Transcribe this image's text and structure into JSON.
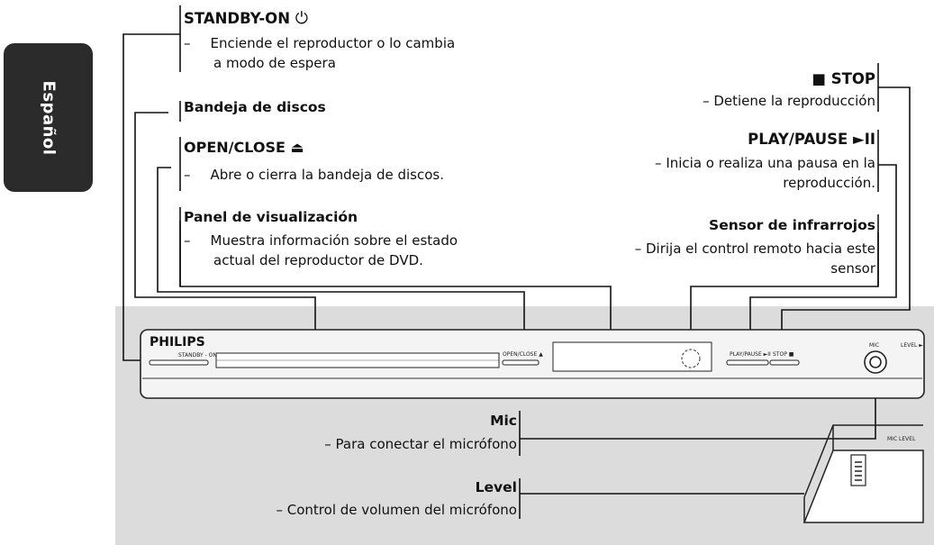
{
  "sidebar": {
    "language_label": "Español"
  },
  "callouts": {
    "standby": {
      "title": "STANDBY-ON",
      "desc_dash": "–",
      "desc_line1": "Enciende el reproductor o lo cambia",
      "desc_line2": "a modo de espera"
    },
    "tray": {
      "title": "Bandeja de discos"
    },
    "open_close": {
      "title": "OPEN/CLOSE",
      "desc_dash": "–",
      "desc": "Abre o cierra la bandeja de discos."
    },
    "display": {
      "title": "Panel de visualización",
      "desc_dash": "–",
      "desc_line1": "Muestra información sobre el estado",
      "desc_line2": "actual del reproductor de DVD."
    },
    "stop": {
      "title": "STOP",
      "desc": "– Detiene la reproducción"
    },
    "play_pause": {
      "title": "PLAY/PAUSE",
      "desc_line1": "– Inicia o realiza una pausa en la",
      "desc_line2": "reproducción."
    },
    "ir_sensor": {
      "title": "Sensor de infrarrojos",
      "desc_line1": "– Dirija el control remoto hacia este",
      "desc_line2": "sensor"
    },
    "mic": {
      "title": "Mic",
      "desc": "– Para conectar el micrófono"
    },
    "level": {
      "title": "Level",
      "desc": "– Control de volumen del micrófono"
    }
  },
  "device": {
    "brand": "PHILIPS",
    "standby_label": "STANDBY - ON",
    "open_close_label": "OPEN/CLOSE ▲",
    "play_pause_label": "PLAY/PAUSE ►II",
    "stop_label": "STOP ■",
    "mic_label": "MIC",
    "level_label": "LEVEL ►",
    "mic_level_label": "MIC LEVEL"
  }
}
